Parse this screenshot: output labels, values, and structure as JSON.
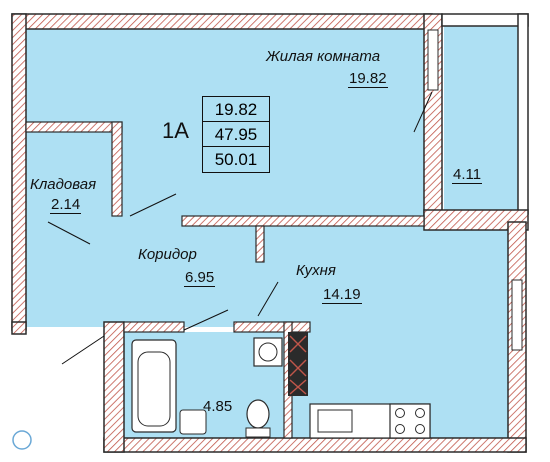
{
  "apartment": {
    "code": "1A",
    "areas": [
      "19.82",
      "47.95",
      "50.01"
    ]
  },
  "rooms": {
    "living": {
      "name": "Жилая комната",
      "area": "19.82"
    },
    "storage": {
      "name": "Кладовая",
      "area": "2.14"
    },
    "corridor": {
      "name": "Коридор",
      "area": "6.95"
    },
    "kitchen": {
      "name": "Кухня",
      "area": "14.19"
    },
    "balcony": {
      "area": "4.11"
    },
    "bathroom": {
      "area": "4.85"
    }
  },
  "colors": {
    "floor": "#aee0f3",
    "wall": "#2b2b2b",
    "hatch": "#c0564a",
    "text": "#111111"
  }
}
